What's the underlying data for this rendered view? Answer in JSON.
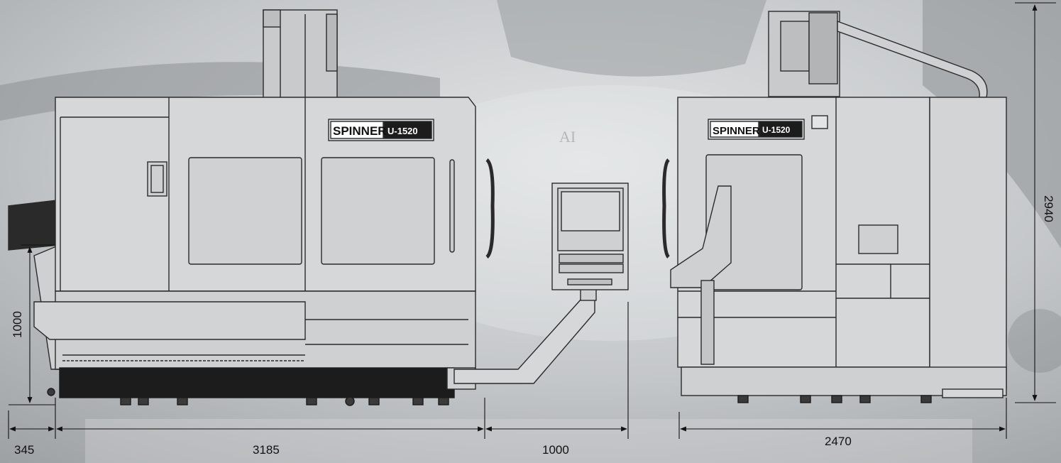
{
  "views": {
    "front": {
      "brand": "SPINNER",
      "model": "U-1520"
    },
    "side": {
      "brand": "SPINNER",
      "model": "U-1520"
    }
  },
  "watermark": "AI",
  "dimensions": {
    "d345": "345",
    "d3185": "3185",
    "d1000_bottom": "1000",
    "d2470": "2470",
    "d1000_height": "1000",
    "d2940": "2940"
  },
  "colors": {
    "background": "#b9bcbe",
    "machine_fill": "#d6d7d8",
    "machine_line": "#2a2a2a",
    "base_dark": "#1c1c1c",
    "dimension_line": "#111111"
  }
}
